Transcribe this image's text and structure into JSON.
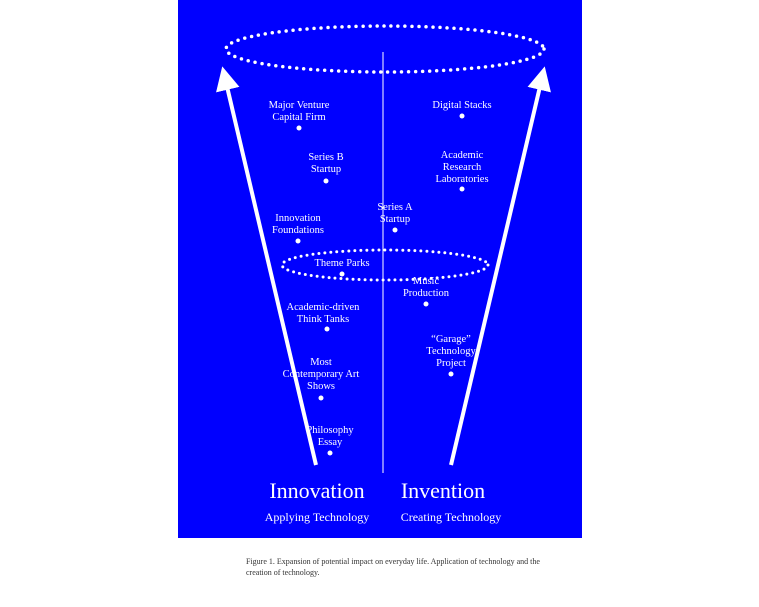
{
  "colors": {
    "background": "#0000ff",
    "foreground": "#ffffff"
  },
  "left_column": {
    "title": "Innovation",
    "subtitle": "Applying Technology",
    "items": [
      {
        "label": "Major Venture\nCapital Firm"
      },
      {
        "label": "Series B\nStartup"
      },
      {
        "label": "Innovation\nFoundations"
      },
      {
        "label": "Theme Parks"
      },
      {
        "label": "Academic-driven\nThink Tanks"
      },
      {
        "label": "Most\nContemporary Art\nShows"
      },
      {
        "label": "Philosophy\nEssay"
      }
    ]
  },
  "right_column": {
    "title": "Invention",
    "subtitle": "Creating Technology",
    "items": [
      {
        "label": "Digital Stacks"
      },
      {
        "label": "Academic\nResearch\nLaboratories"
      },
      {
        "label": "Series A\nStartup"
      },
      {
        "label": "Music\nProduction"
      },
      {
        "label": "“Garage”\nTechnology\nProject"
      }
    ]
  },
  "caption": "Figure 1. Expansion of potential impact on everyday life. Application of technology and the creation of technology."
}
